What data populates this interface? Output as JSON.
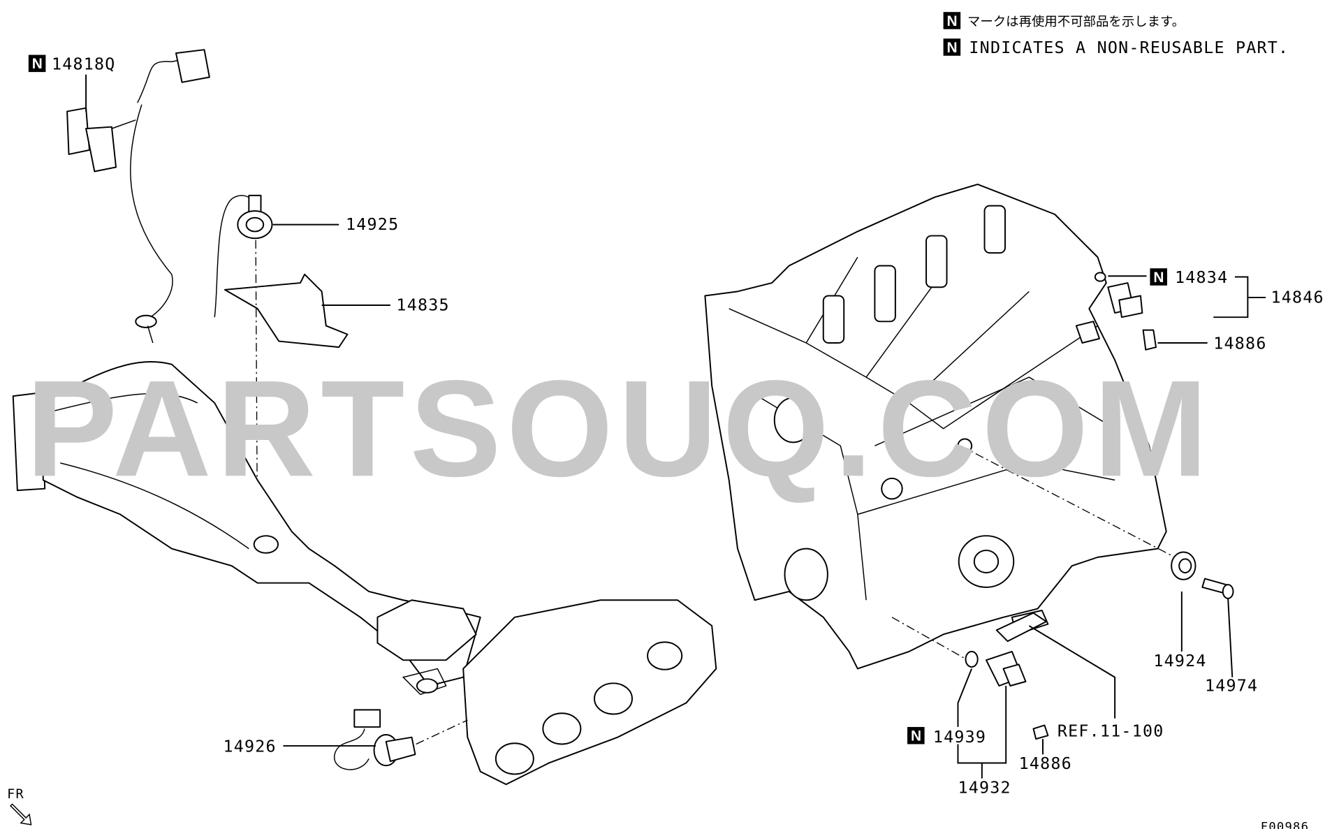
{
  "legend": {
    "mark": "N",
    "japanese": "マークは再使用不可部品を示します。",
    "english": "INDICATES A NON-REUSABLE PART."
  },
  "watermark": "PARTSOUQ.COM",
  "callouts": [
    {
      "id": "c14818q",
      "part": "14818Q",
      "non_reusable": true
    },
    {
      "id": "c14925",
      "part": "14925",
      "non_reusable": false
    },
    {
      "id": "c14835",
      "part": "14835",
      "non_reusable": false
    },
    {
      "id": "c14834",
      "part": "14834",
      "non_reusable": true
    },
    {
      "id": "c14846",
      "part": "14846",
      "non_reusable": false
    },
    {
      "id": "c14886a",
      "part": "14886",
      "non_reusable": false
    },
    {
      "id": "c14924",
      "part": "14924",
      "non_reusable": false
    },
    {
      "id": "c14974",
      "part": "14974",
      "non_reusable": false
    },
    {
      "id": "cref",
      "part": "REF.11-100",
      "non_reusable": false
    },
    {
      "id": "c14939",
      "part": "14939",
      "non_reusable": true
    },
    {
      "id": "c14886b",
      "part": "14886",
      "non_reusable": false
    },
    {
      "id": "c14932",
      "part": "14932",
      "non_reusable": false
    },
    {
      "id": "c14926",
      "part": "14926",
      "non_reusable": false
    }
  ],
  "direction_label": "FR",
  "figure_code": "F00986"
}
